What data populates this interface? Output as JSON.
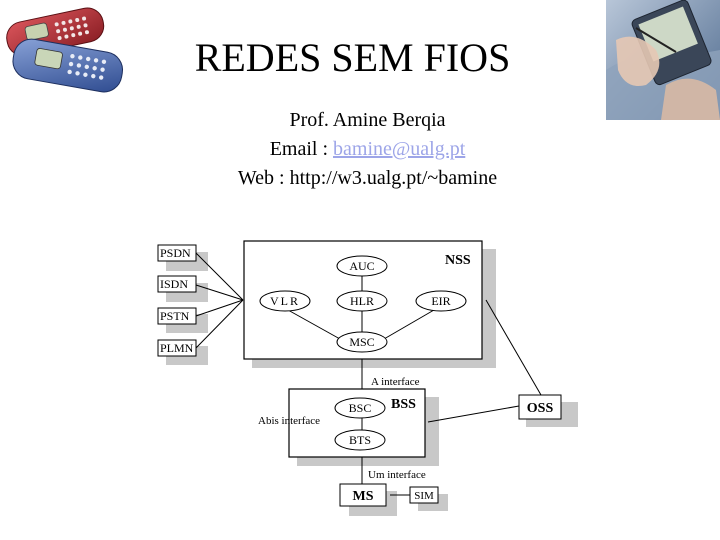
{
  "slide": {
    "title": "REDES SEM FIOS",
    "author": "Prof. Amine Berqia",
    "email_label": "Email : ",
    "email_link": "bamine@ualg.pt",
    "web": "Web : http://w3.ualg.pt/~bamine"
  },
  "images": {
    "phones": "mobile-phones-photo",
    "pda": "pda-stylus-photo"
  },
  "diagram": {
    "networks": [
      "PSDN",
      "ISDN",
      "PSTN",
      "PLMN"
    ],
    "nss": {
      "label": "NSS",
      "auc": "AUC",
      "vlr": "VLR",
      "hlr": "HLR",
      "eir": "EIR",
      "msc": "MSC"
    },
    "bss": {
      "label": "BSS",
      "bsc": "BSC",
      "bts": "BTS"
    },
    "oss": "OSS",
    "ms": "MS",
    "sim": "SIM",
    "a_interface": "A interface",
    "abis_interface": "Abis interface",
    "um_interface": "Um interface"
  },
  "colors": {
    "shadow": "#c8c8c8",
    "link": "#9da5e8"
  }
}
